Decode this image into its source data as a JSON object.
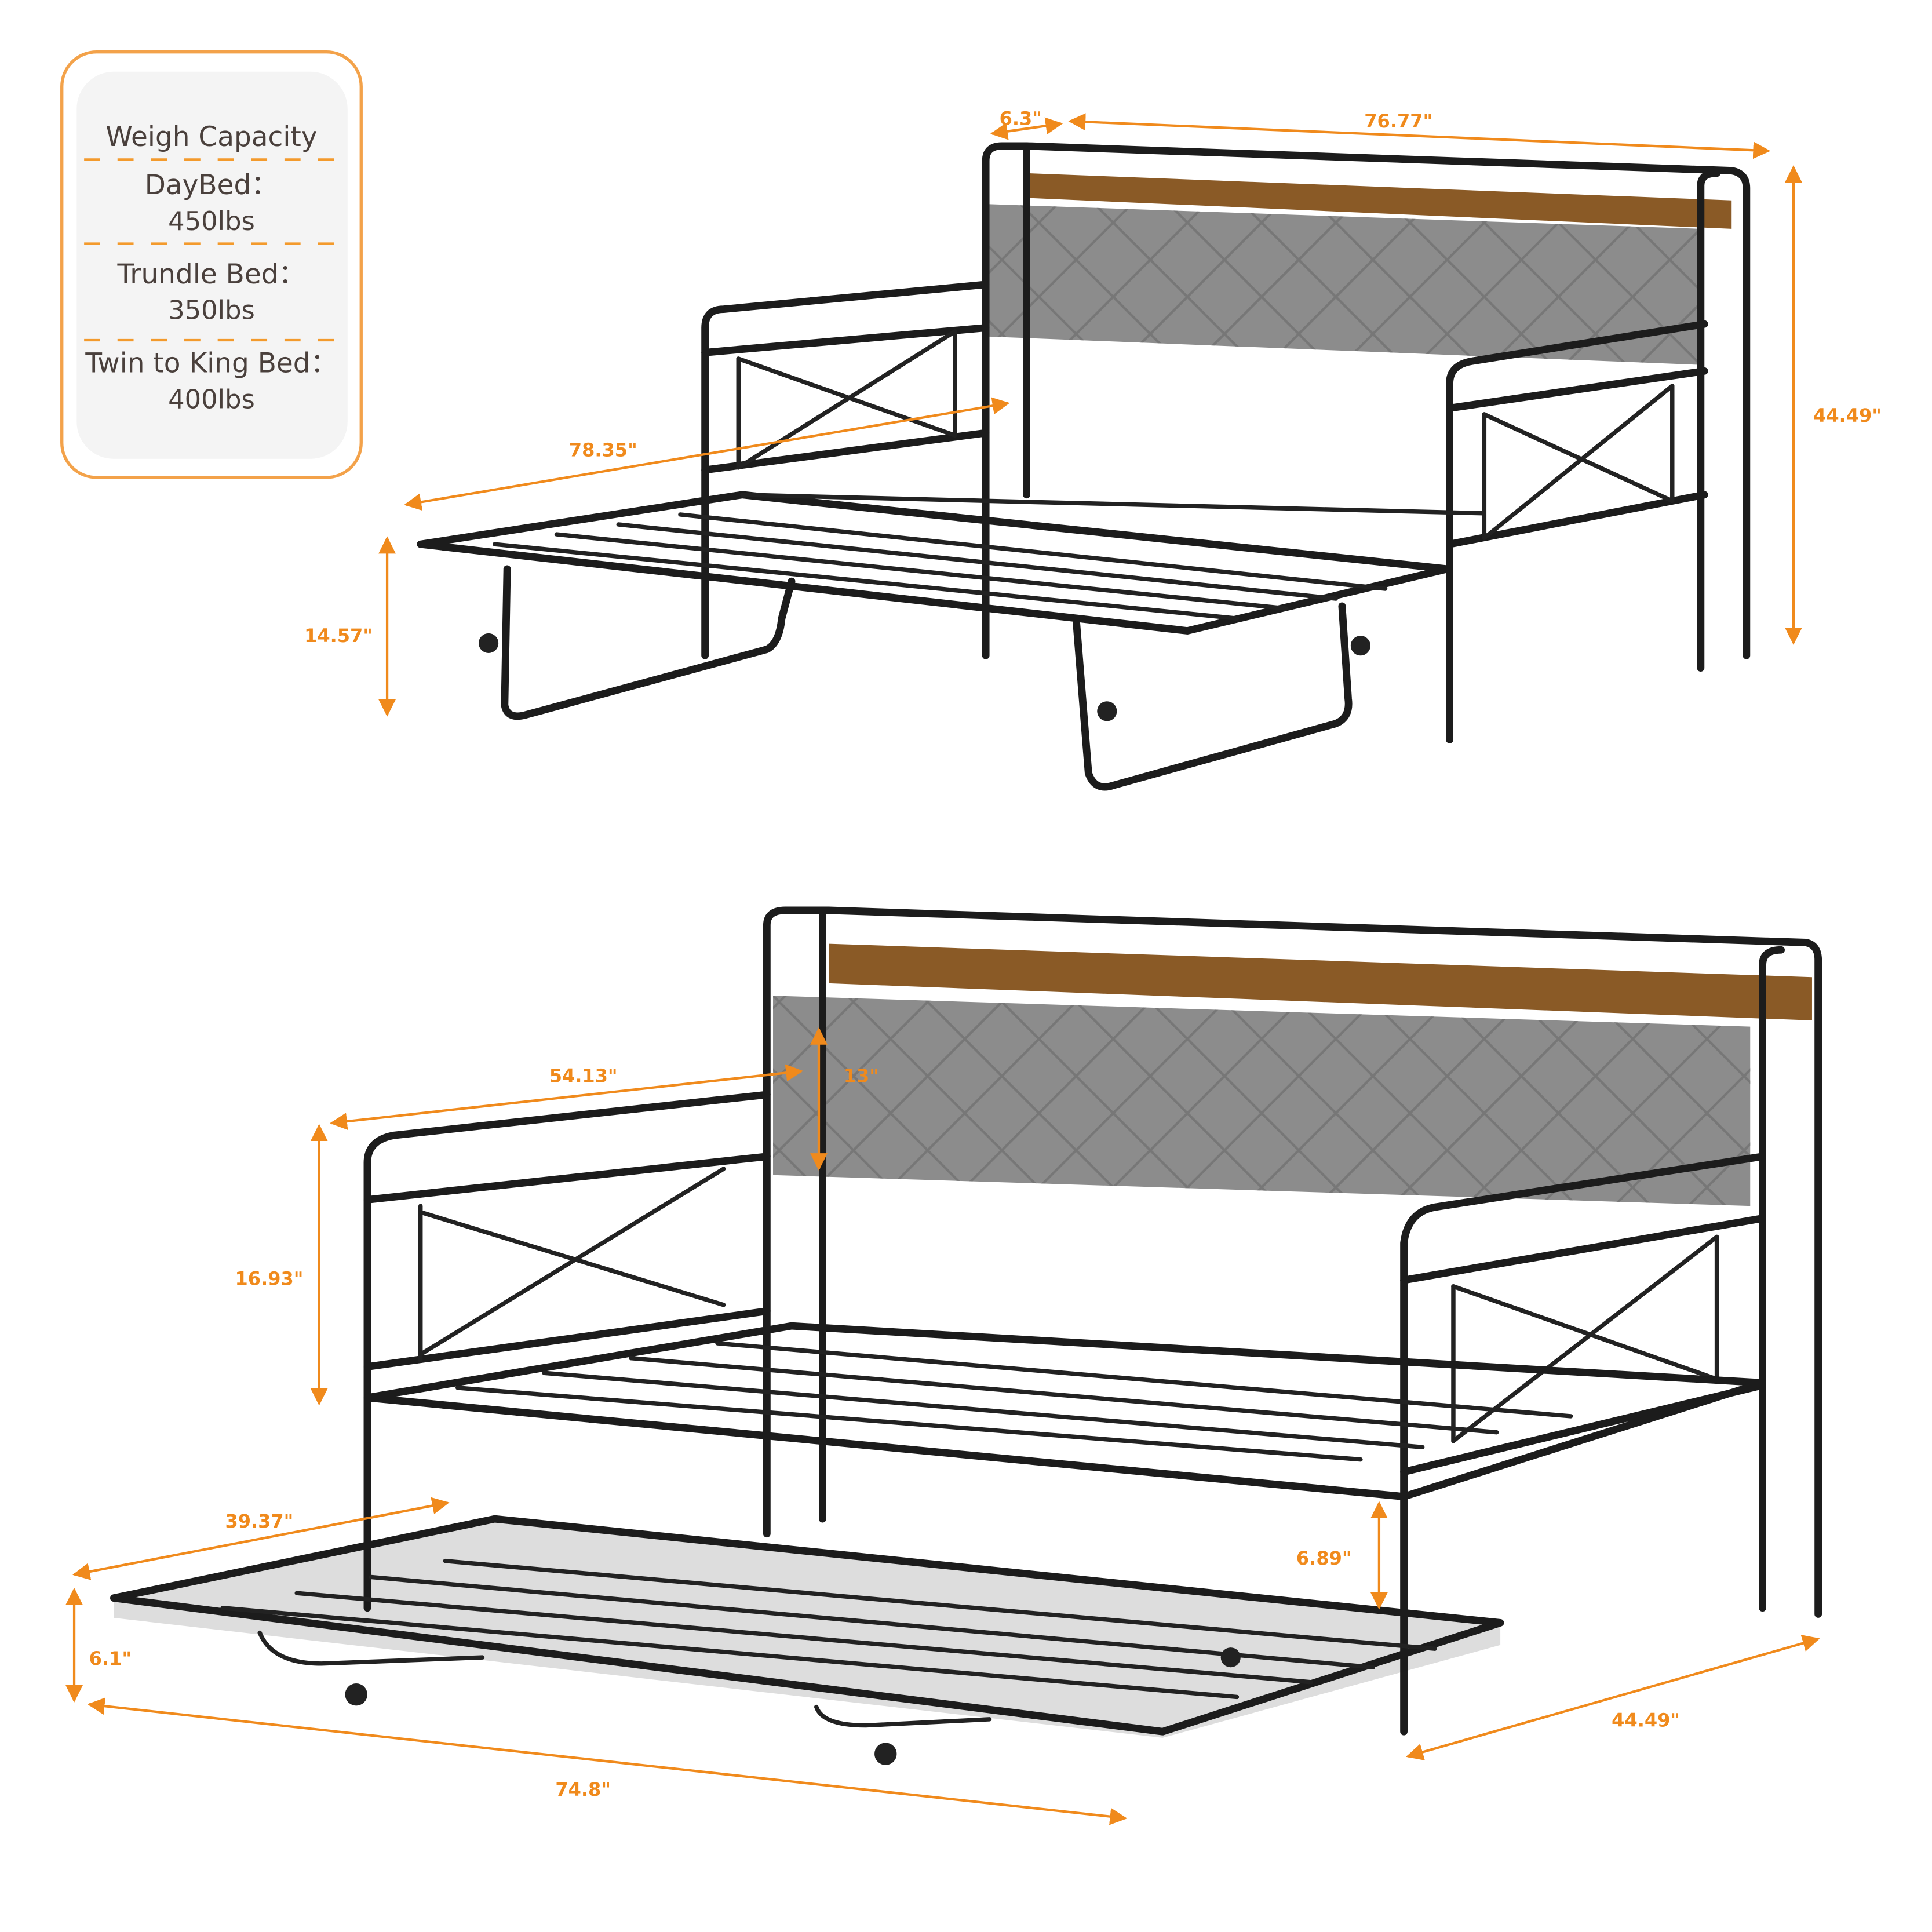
{
  "capacity_box": {
    "title": "Weigh Capacity",
    "items": [
      {
        "label": "DayBed：",
        "value": "450lbs"
      },
      {
        "label": "Trundle Bed：",
        "value": "350lbs"
      },
      {
        "label": "Twin to King Bed：",
        "value": "400lbs"
      }
    ]
  },
  "colors": {
    "accent": "#f08a1c",
    "frame": "#1c1c1c",
    "upholstery": "#8c8c8c",
    "wood": "#8a5a26"
  },
  "top_view_dimensions": {
    "shelf_depth": "6.3\"",
    "length": "76.77\"",
    "height": "44.49\"",
    "extended_length": "78.35\"",
    "trundle_height": "14.57\""
  },
  "bottom_view_dimensions": {
    "side_length": "54.13\"",
    "headboard_height": "13\"",
    "armrest_height": "16.93\"",
    "trundle_width": "39.37\"",
    "clearance": "6.89\"",
    "trundle_frame_height": "6.1\"",
    "depth": "44.49\"",
    "trundle_length": "74.8\""
  }
}
